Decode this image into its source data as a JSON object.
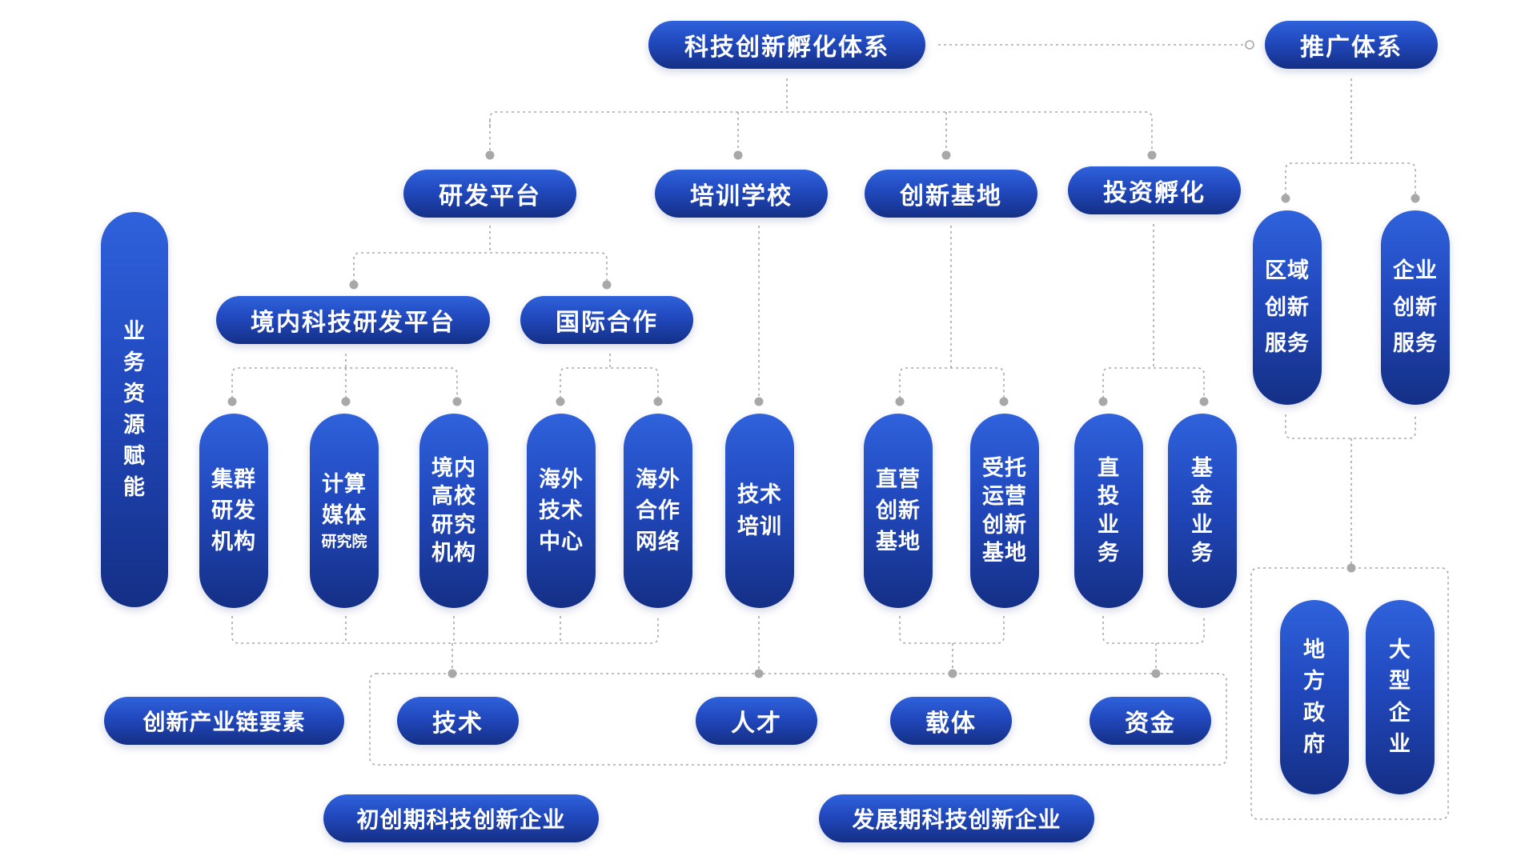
{
  "colors": {
    "node_top": "#2f62dc",
    "node_bottom": "#142f85",
    "connector": "#a8a8a8",
    "dot": "#a8a8a8",
    "background": "#ffffff"
  },
  "header": {
    "system": "科技创新孵化体系",
    "promotion": "推广体系"
  },
  "branches": {
    "rd_platform": "研发平台",
    "training_school": "培训学校",
    "innovation_base": "创新基地",
    "investment_incubation": "投资孵化"
  },
  "rd_sub": {
    "domestic": "境内科技研发平台",
    "international": "国际合作"
  },
  "leaves": {
    "cluster_rd": [
      "集群",
      "研发",
      "机构"
    ],
    "computing_media": [
      "计算",
      "媒体",
      "研究院"
    ],
    "domestic_university": [
      "境内",
      "高校",
      "研究",
      "机构"
    ],
    "overseas_tech_center": [
      "海外",
      "技术",
      "中心"
    ],
    "overseas_network": [
      "海外",
      "合作",
      "网络"
    ],
    "tech_training": [
      "技术",
      "培训"
    ],
    "direct_base": [
      "直营",
      "创新",
      "基地"
    ],
    "entrusted_base": [
      "受托",
      "运营",
      "创新",
      "基地"
    ],
    "direct_investment": [
      "直",
      "投",
      "业",
      "务"
    ],
    "fund_business": [
      "基",
      "金",
      "业",
      "务"
    ]
  },
  "promotion_sub": {
    "regional": [
      "区域",
      "创新",
      "服务"
    ],
    "enterprise": [
      "企业",
      "创新",
      "服务"
    ],
    "local_gov": [
      "地",
      "方",
      "政",
      "府"
    ],
    "large_enterprise": [
      "大",
      "型",
      "企",
      "业"
    ]
  },
  "side_label": [
    "业",
    "务",
    "资",
    "源",
    "赋",
    "能"
  ],
  "chain": {
    "label": "创新产业链要素",
    "technology": "技术",
    "talent": "人才",
    "carrier": "载体",
    "capital": "资金"
  },
  "stages": {
    "early": "初创期科技创新企业",
    "growth": "发展期科技创新企业"
  }
}
